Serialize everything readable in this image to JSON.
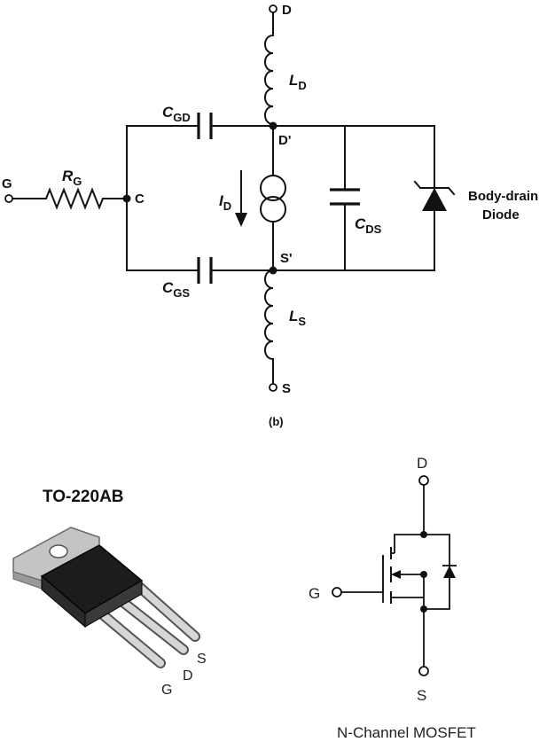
{
  "circuit": {
    "terminal_d": "D",
    "terminal_s": "S",
    "terminal_g": "G",
    "node_c": "C",
    "node_d_prime": "D'",
    "node_s_prime": "S'",
    "inductor_d": {
      "main": "L",
      "sub": "D"
    },
    "inductor_s": {
      "main": "L",
      "sub": "S"
    },
    "resistor_g": {
      "main": "R",
      "sub": "G"
    },
    "cap_gd": {
      "main": "C",
      "sub": "GD"
    },
    "cap_gs": {
      "main": "C",
      "sub": "GS"
    },
    "cap_ds": {
      "main": "C",
      "sub": "DS"
    },
    "current": {
      "main": "I",
      "sub": "D"
    },
    "diode_label_line1": "Body-drain",
    "diode_label_line2": "Diode",
    "caption": "(b)"
  },
  "package": {
    "title": "TO-220AB",
    "pin_g": "G",
    "pin_d": "D",
    "pin_s": "S"
  },
  "symbol": {
    "terminal_d": "D",
    "terminal_g": "G",
    "terminal_s": "S",
    "caption": "N-Channel MOSFET"
  }
}
